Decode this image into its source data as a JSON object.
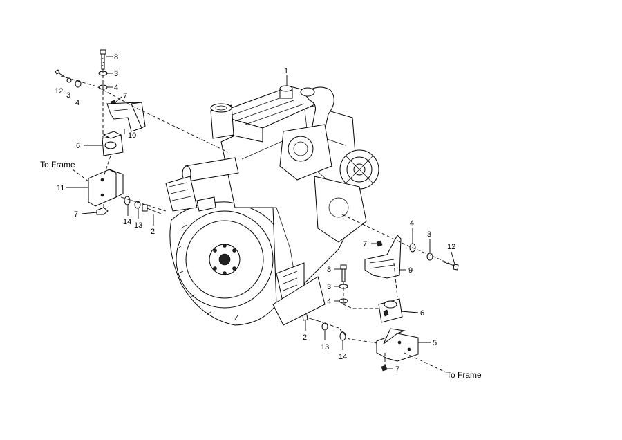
{
  "callouts": {
    "p1": "1",
    "a8": "8",
    "a3": "3",
    "a4": "4",
    "a12": "12",
    "a3b": "3",
    "a4b": "4",
    "a7": "7",
    "a10": "10",
    "a6": "6",
    "a11": "11",
    "a7b": "7",
    "a14": "14",
    "a13": "13",
    "a2": "2",
    "b4": "4",
    "b3": "3",
    "b12": "12",
    "b7": "7",
    "b9": "9",
    "b8": "8",
    "b3b": "3",
    "b4b": "4",
    "b6": "6",
    "b2": "2",
    "b13": "13",
    "b14": "14",
    "b5": "5",
    "b7b": "7"
  },
  "frame_labels": {
    "left": "To Frame",
    "right": "To Frame"
  }
}
